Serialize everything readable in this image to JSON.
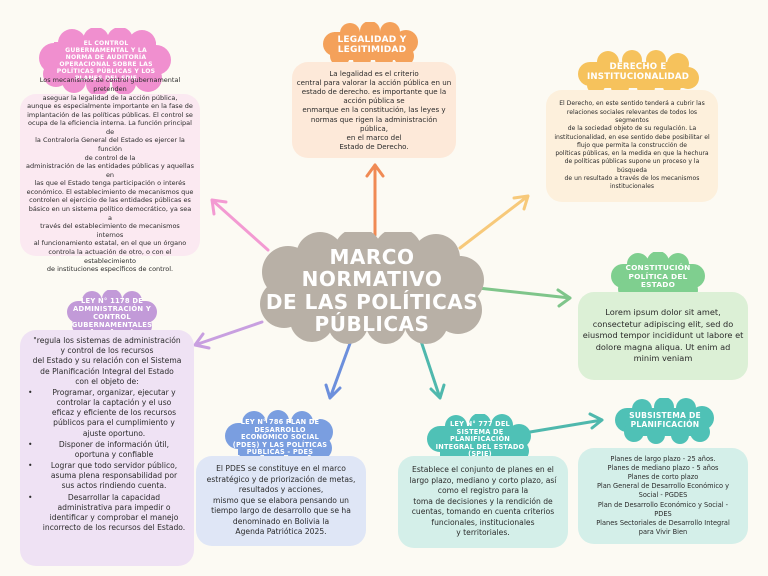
{
  "colors": {
    "background": "#fcfaf3",
    "center_cloud": "#b8b0a6",
    "pink_tag": "#f08fcf",
    "pink_box": "#fbe9f1",
    "orange_tag": "#f4a15a",
    "orange_box": "#fde9d9",
    "yellow_tag": "#f6c25c",
    "yellow_box": "#fdf0dc",
    "green_tag": "#7fcf8f",
    "green_box": "#dcf0d6",
    "purple_tag": "#c29ad8",
    "purple_box": "#efe2f4",
    "blue_tag": "#7a9ee0",
    "blue_box": "#dfe6f6",
    "teal_tag": "#4fc1b6",
    "teal_box": "#d4efe9",
    "arrow_pink": "#f39ad2",
    "arrow_orange": "#f08a54",
    "arrow_yellow": "#f7c97a",
    "arrow_green": "#7fc58a",
    "arrow_purple": "#c89fe0",
    "arrow_blue": "#6c8fdc",
    "arrow_teal": "#4fb8ad"
  },
  "center": {
    "title": "MARCO NORMATIVO\nDE LAS POLÍTICAS\nPÚBLICAS"
  },
  "control": {
    "title": "EL CONTROL GUBERNAMENTAL Y LA NORMA DE AUDITORÍA OPERACIONAL SOBRE LAS POLÍTICAS PÚBLICAS Y LOS PLANES DEL SPIE",
    "body": "Los mecanismos de control gubernamental pretenden\naseguar la legalidad de la acción pública,\naunque es especialmente importante en la fase de\nimplantación de las políticas públicas. El control se\nocupa de la eficiencia interna. La función principal de\nla Contraloría General del Estado es ejercer la función\nde control de la\nadministración de las entidades públicas y aquellas en\nlas que el Estado tenga participación o interés\neconómico. El establecimiento de mecanismos que\ncontrolen el ejercicio de las entidades públicas es\nbásico en un sistema político democrático, ya sea a\ntravés del establecimiento de mecanismos internos\nal funcionamiento estatal, en el que un órgano\ncontrola la actuación de otro, o con el establecimiento\nde instituciones específicos de control."
  },
  "legalidad": {
    "title": "LEGALIDAD Y LEGITIMIDAD",
    "body": "La legalidad es el criterio\ncentral para valorar la acción pública en un\nestado de derecho. es importante que la\nacción pública se\nenmarque en la constitución, las leyes y\nnormas que rigen la administración pública,\nen el marco del\nEstado de Derecho."
  },
  "derecho": {
    "title": "DERECHO E INSTITUCIONALIDAD",
    "body": "El Derecho, en este sentido tenderá a cubrir las\nrelaciones sociales relevantes de todos los\nsegmentos\nde la sociedad objeto de su regulación. La\ninstitucionalidad, en ese sentido debe posibilitar el\nflujo que permita la construcción de\npolíticas públicas, en la medida en que la hechura\nde políticas públicas supone un proceso y la\nbúsqueda\nde un resultado a través de los mecanismos\ninstitucionales"
  },
  "constitucion": {
    "title": "CONSTITUCIÓN POLÍTICA DEL ESTADO",
    "body": "Lorem ipsum dolor sit amet,\nconsectetur adipiscing elit, sed do\neiusmod tempor incididunt ut labore et\ndolore magna aliqua. Ut enim ad\nminim veniam"
  },
  "ley1178": {
    "title": "LEY N° 1178 DE ADMINISTRACIÓN Y CONTROL GUBERNAMENTALES",
    "intro": "\"regula los sistemas de administración\ny control de los recursos\ndel Estado y su relación con el Sistema\nde Planificación Integral del Estado\ncon el objeto de:",
    "bullet": "•",
    "items": [
      "Programar, organizar, ejecutar y\ncontrolar la captación y el uso\neficaz y eficiente de los recursos\npúblicos para el cumplimiento y\najuste oportuno.",
      "Disponer de información útil,\noportuna y confiable",
      "Lograr que todo servidor público,\nasuma plena responsabilidad por\nsus actos rindiendo cuenta.",
      "Desarrollar la capacidad\nadministrativa para impedir o\nidentificar y comprobar el manejo\nincorrecto de los recursos del Estado."
    ]
  },
  "ley786": {
    "title": "LEY N° 786 PLAN DE DESARROLLO ECONÓMICO SOCIAL (PDES) Y LAS POLÍTICAS PÚBLICAS - PDES",
    "body": "El PDES se constituye en el marco\nestratégico y de priorización de metas,\nresultados y acciones,\nmismo que se elabora pensando un\ntiempo largo de desarrollo que se ha\ndenominado en Bolivia la\nAgenda Patriótica 2025."
  },
  "ley777": {
    "title": "LEY N° 777 DEL SISTEMA DE PLANIFICACIÓN INTEGRAL DEL ESTADO (SPIE)",
    "body": "Establece el conjunto de planes en el\nlargo plazo, mediano y corto plazo, así\ncomo el registro para la\ntoma de decisiones y la rendición de\ncuentas, tomando en cuenta criterios\nfuncionales, institucionales\ny territoriales."
  },
  "subsistema": {
    "title": "SUBSISTEMA DE PLANIFICACIÓN",
    "body": "Planes de largo plazo - 25 años.\nPlanes de mediano plazo - 5 años\nPlanes de corto plazo\nPlan General de Desarrollo Económico y\nSocial - PGDES\nPlan de Desarrollo Económico y Social -\nPDES\nPlanes Sectoriales de Desarrollo Integral\npara Vivir Bien"
  }
}
